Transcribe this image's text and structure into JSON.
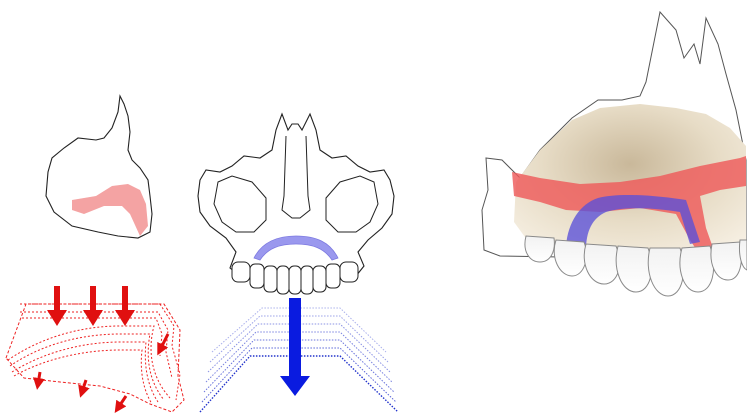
{
  "figure": {
    "panels": [
      {
        "id": "lateral-view"
      },
      {
        "id": "frontal-view"
      },
      {
        "id": "maxilla-3d-view"
      },
      {
        "id": "red-force-diagram"
      },
      {
        "id": "blue-force-diagram"
      }
    ],
    "colors": {
      "outline": "#222222",
      "red_fill": "#f4a3a3",
      "red_band": "#ee5a5a",
      "red_arrow": "#e01010",
      "blue_fill": "#9a98ee",
      "blue_band": "#5a4fd8",
      "blue_arrow": "#0a1be0",
      "bone": "#e9dcc3",
      "teeth": "#ffffff"
    },
    "arrows": {
      "red_down_count": 3,
      "red_side_count": 4,
      "blue_down_count": 1
    }
  }
}
